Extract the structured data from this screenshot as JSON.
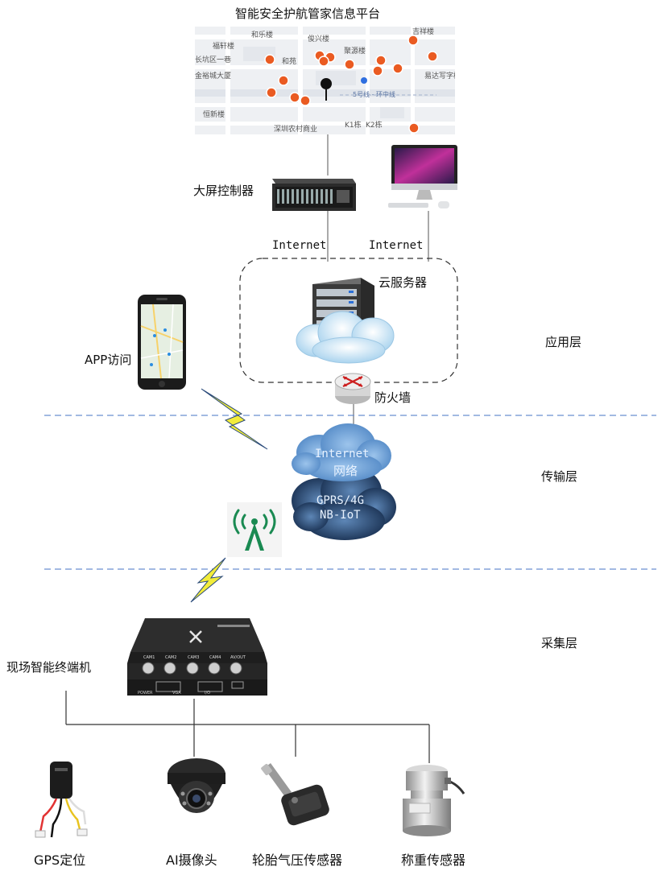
{
  "platform": {
    "title": "智能安全护航管家信息平台"
  },
  "map": {
    "labels": [
      "和乐楼",
      "俊兴楼",
      "吉祥楼",
      "福轩楼",
      "聚源楼",
      "长坑区一巷",
      "和苑",
      "金裕城大厦",
      "易达写字楼",
      "恒新楼",
      "深圳农村商业",
      "K1栋",
      "K2栋",
      "5号线 - 环中线"
    ]
  },
  "nodes": {
    "screen_controller": "大屏控制器",
    "internet_left": "Internet",
    "internet_right": "Internet",
    "cloud_server": "云服务器",
    "firewall": "防火墙",
    "app_access": "APP访问",
    "internet_network_line1": "Internet",
    "internet_network_line2": "网络",
    "gprs_line1": "GPRS/4G",
    "gprs_line2": "NB-IoT",
    "terminal": "现场智能终端机",
    "terminal_ports": [
      "CAM1",
      "CAM2",
      "CAM3",
      "CAM4",
      "AV/OUT"
    ],
    "terminal_bottom": [
      "POWER",
      "VGA",
      "I/O"
    ]
  },
  "layers": {
    "application": "应用层",
    "transport": "传输层",
    "collection": "采集层"
  },
  "sensors": [
    "GPS定位",
    "AI摄像头",
    "轮胎气压传感器",
    "称重传感器"
  ]
}
